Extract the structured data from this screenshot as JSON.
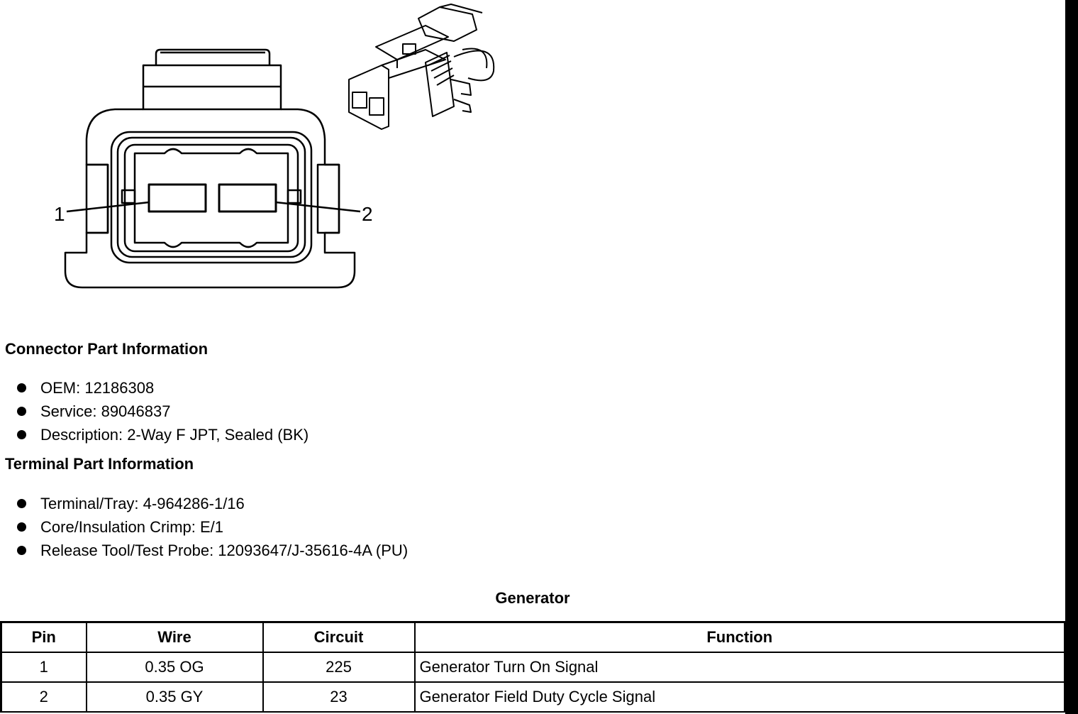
{
  "diagram": {
    "pin_labels": [
      "1",
      "2"
    ]
  },
  "connector_info": {
    "title": "Connector Part Information",
    "items": [
      "OEM: 12186308",
      "Service: 89046837",
      "Description: 2-Way F JPT, Sealed (BK)"
    ]
  },
  "terminal_info": {
    "title": "Terminal Part Information",
    "items": [
      "Terminal/Tray: 4-964286-1/16",
      "Core/Insulation Crimp: E/1",
      "Release Tool/Test Probe: 12093647/J-35616-4A (PU)"
    ]
  },
  "table": {
    "title": "Generator",
    "headers": [
      "Pin",
      "Wire",
      "Circuit",
      "Function"
    ],
    "rows": [
      [
        "1",
        "0.35 OG",
        "225",
        "Generator Turn On Signal"
      ],
      [
        "2",
        "0.35 GY",
        "23",
        "Generator Field Duty Cycle Signal"
      ]
    ]
  }
}
